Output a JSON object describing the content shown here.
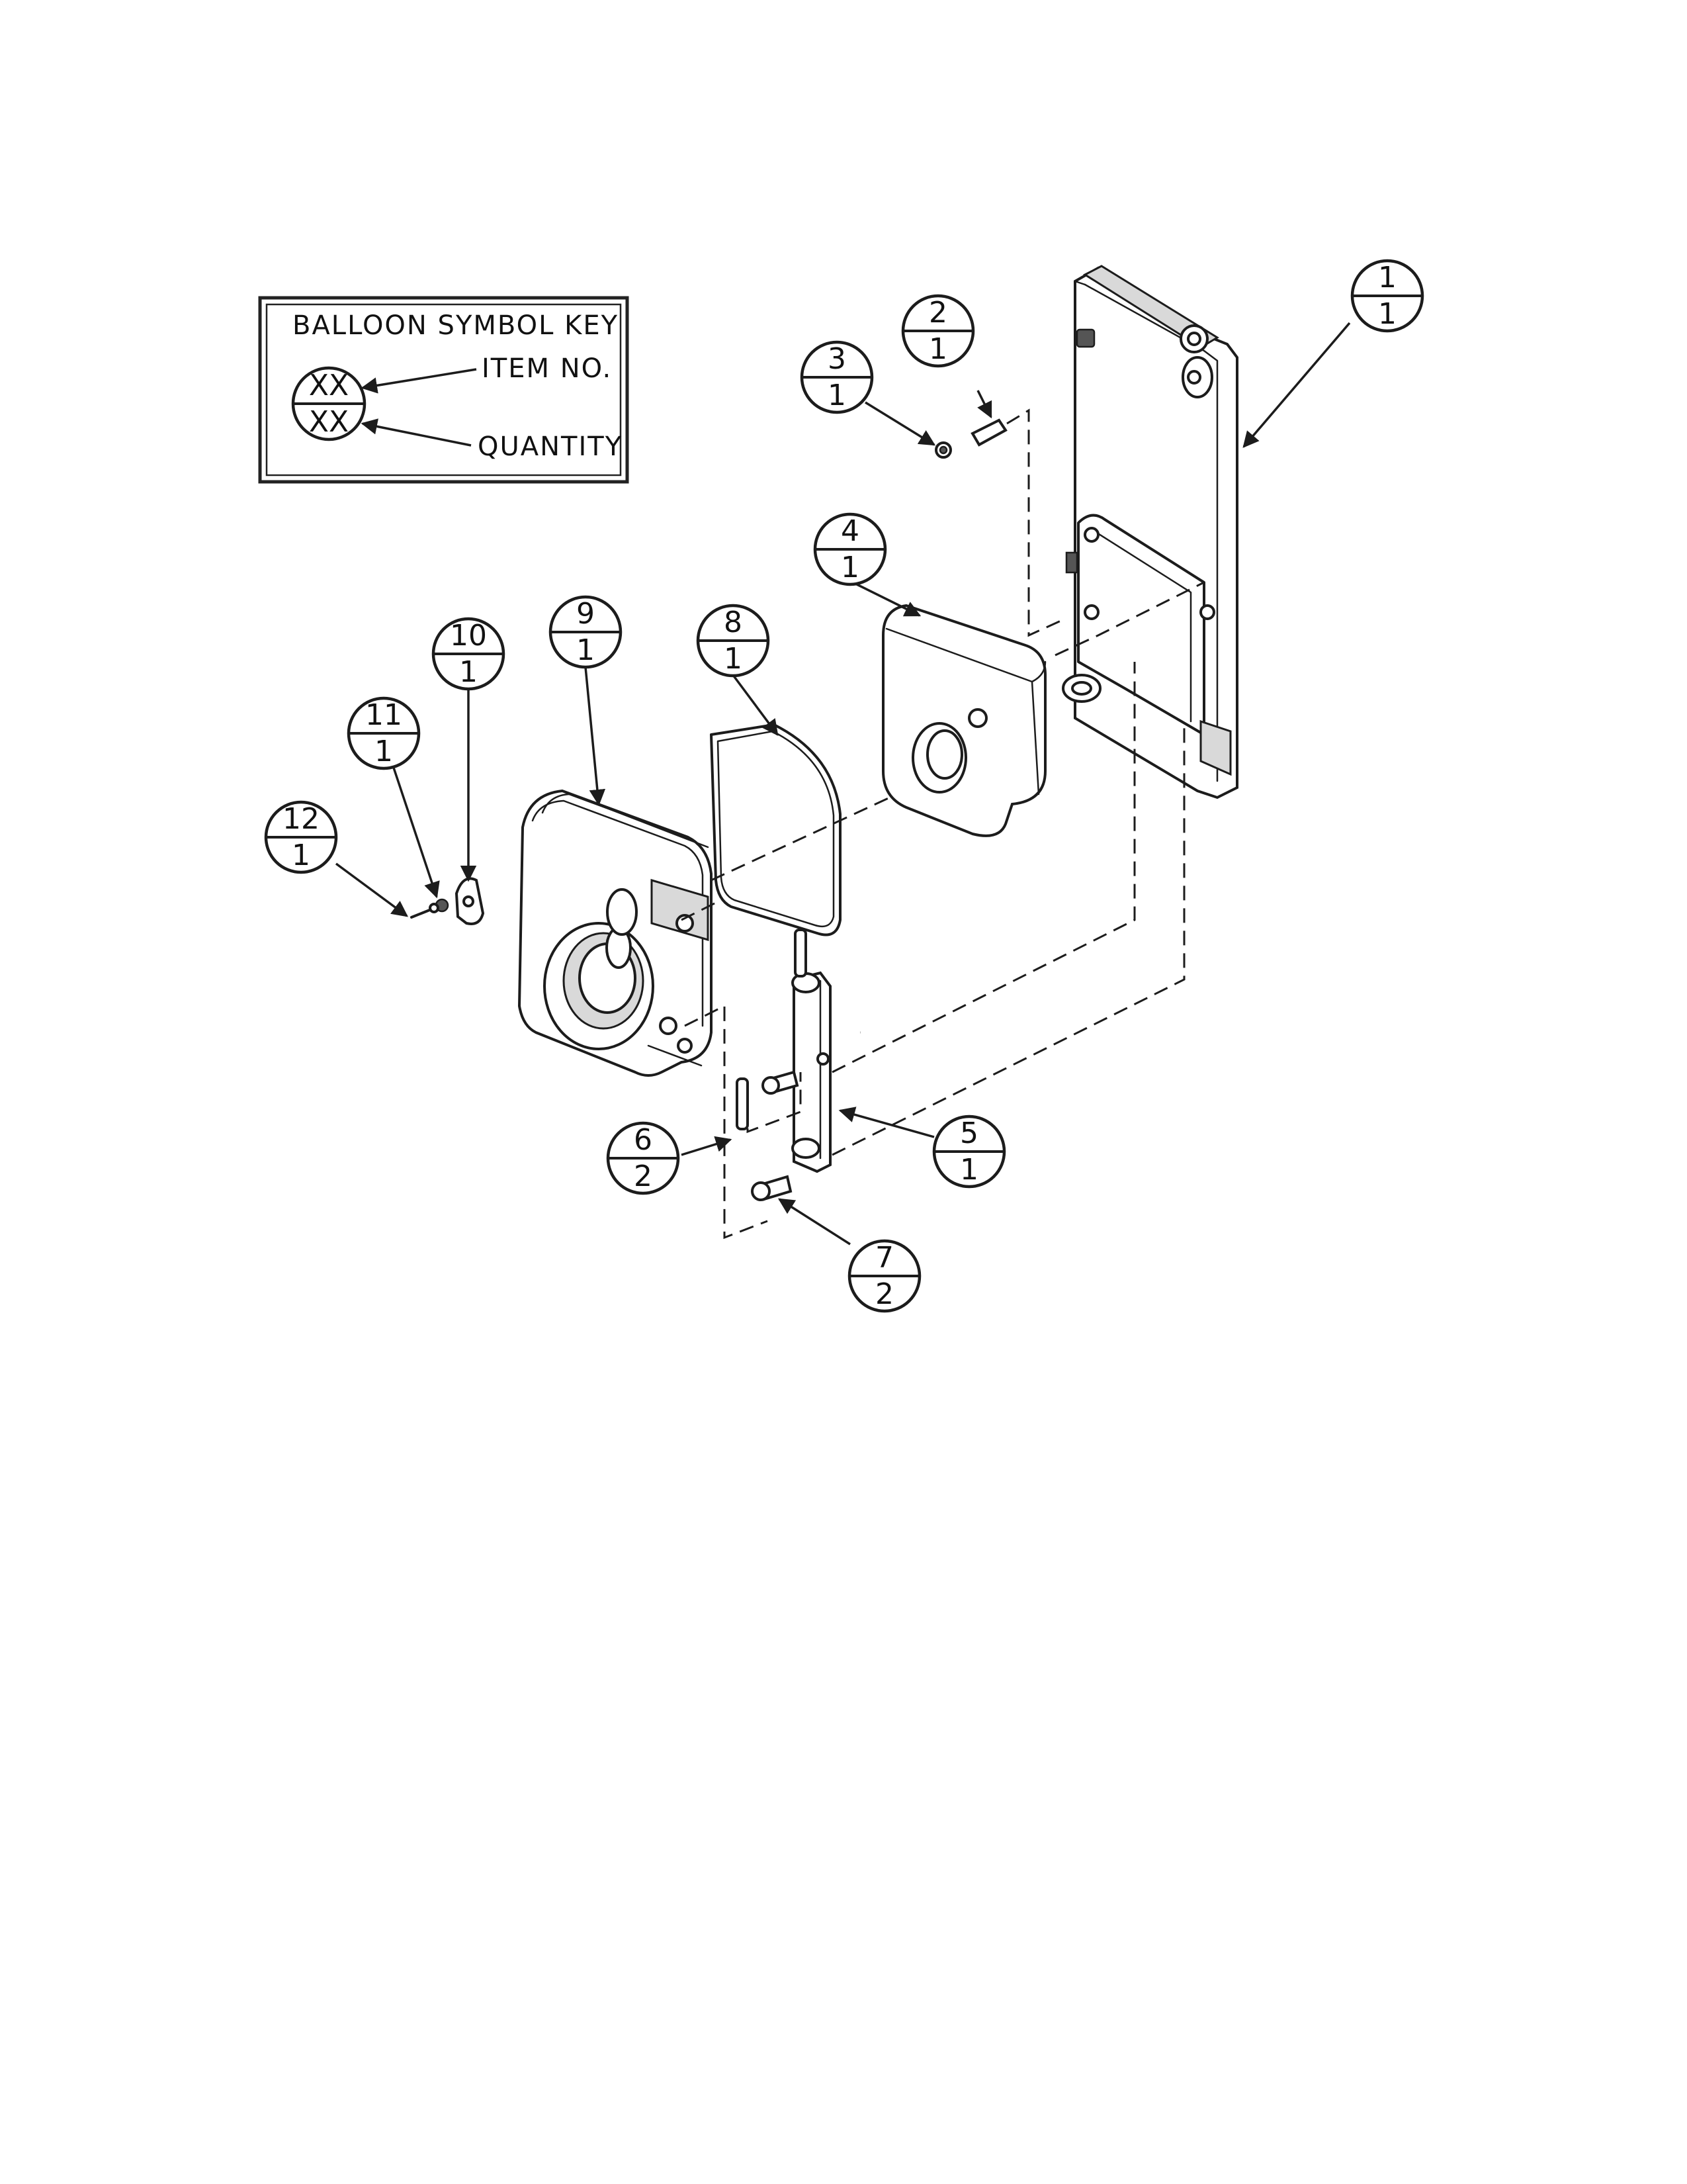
{
  "key": {
    "title": "BALLOON SYMBOL KEY",
    "sample_item": "XX",
    "sample_qty": "XX",
    "item_label": "ITEM NO.",
    "qty_label": "QUANTITY"
  },
  "balloons": [
    {
      "item": "1",
      "qty": "1"
    },
    {
      "item": "2",
      "qty": "1"
    },
    {
      "item": "3",
      "qty": "1"
    },
    {
      "item": "4",
      "qty": "1"
    },
    {
      "item": "5",
      "qty": "1"
    },
    {
      "item": "6",
      "qty": "2"
    },
    {
      "item": "7",
      "qty": "2"
    },
    {
      "item": "8",
      "qty": "1"
    },
    {
      "item": "9",
      "qty": "1"
    },
    {
      "item": "10",
      "qty": "1"
    },
    {
      "item": "11",
      "qty": "1"
    },
    {
      "item": "12",
      "qty": "1"
    }
  ]
}
